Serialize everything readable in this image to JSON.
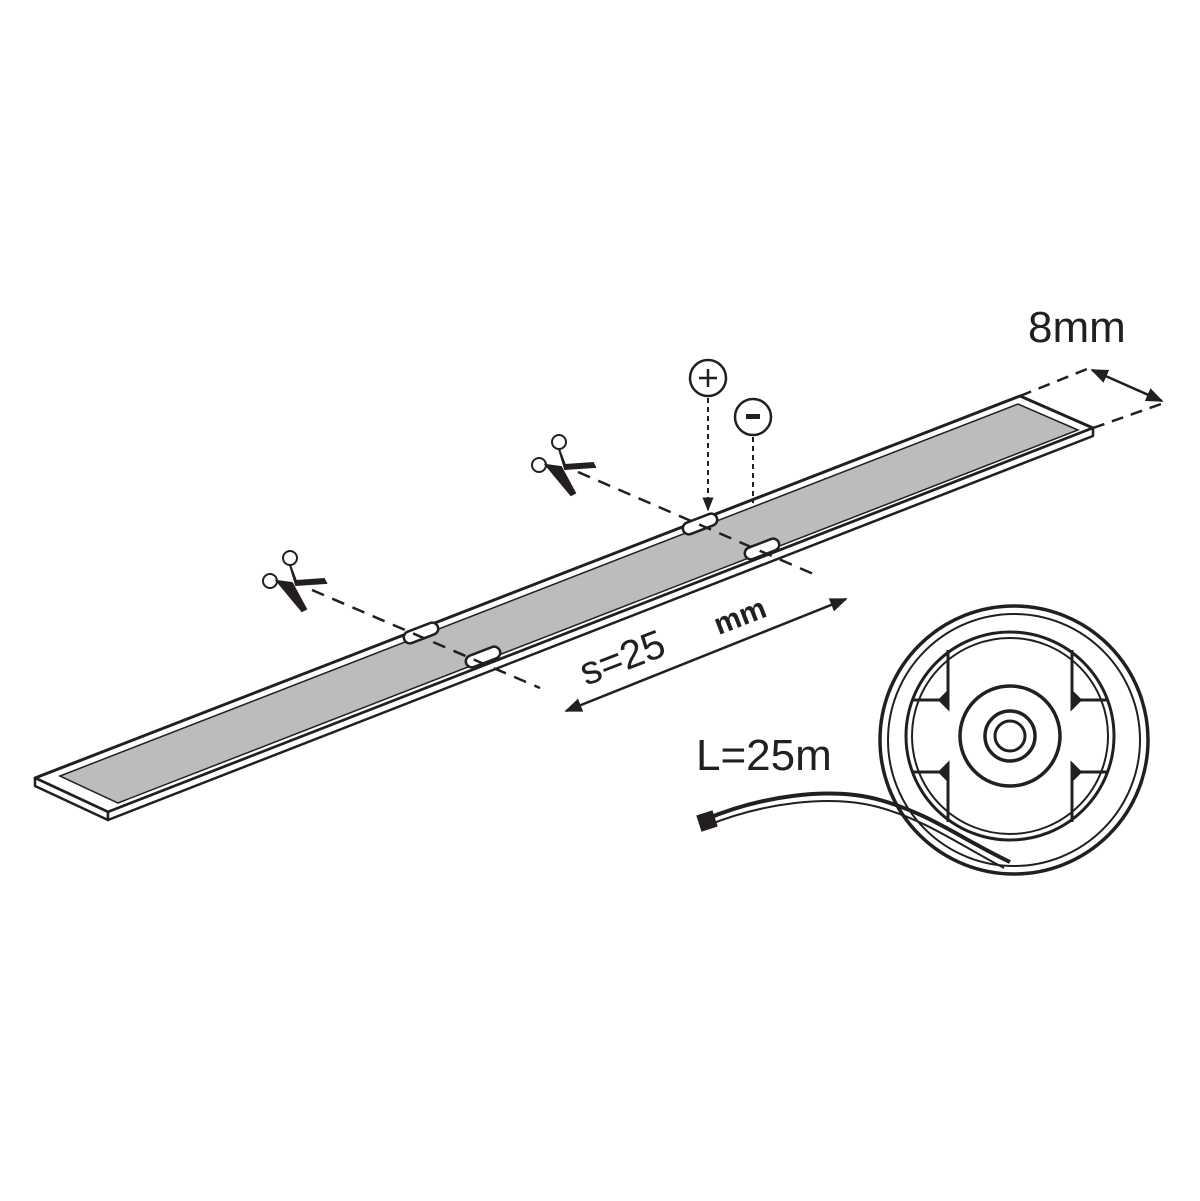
{
  "labels": {
    "width": "8mm",
    "spacing_prefix": "s=25",
    "spacing_unit": "mm",
    "length": "L=25m",
    "positive": "+",
    "negative": "-"
  },
  "colors": {
    "ink": "#231f20",
    "strip_fill": "#bcbcbc",
    "background": "#ffffff"
  },
  "icons": [
    "scissors-icon",
    "scissors-icon",
    "plus-circle-icon",
    "minus-circle-icon",
    "tape-reel-icon"
  ]
}
